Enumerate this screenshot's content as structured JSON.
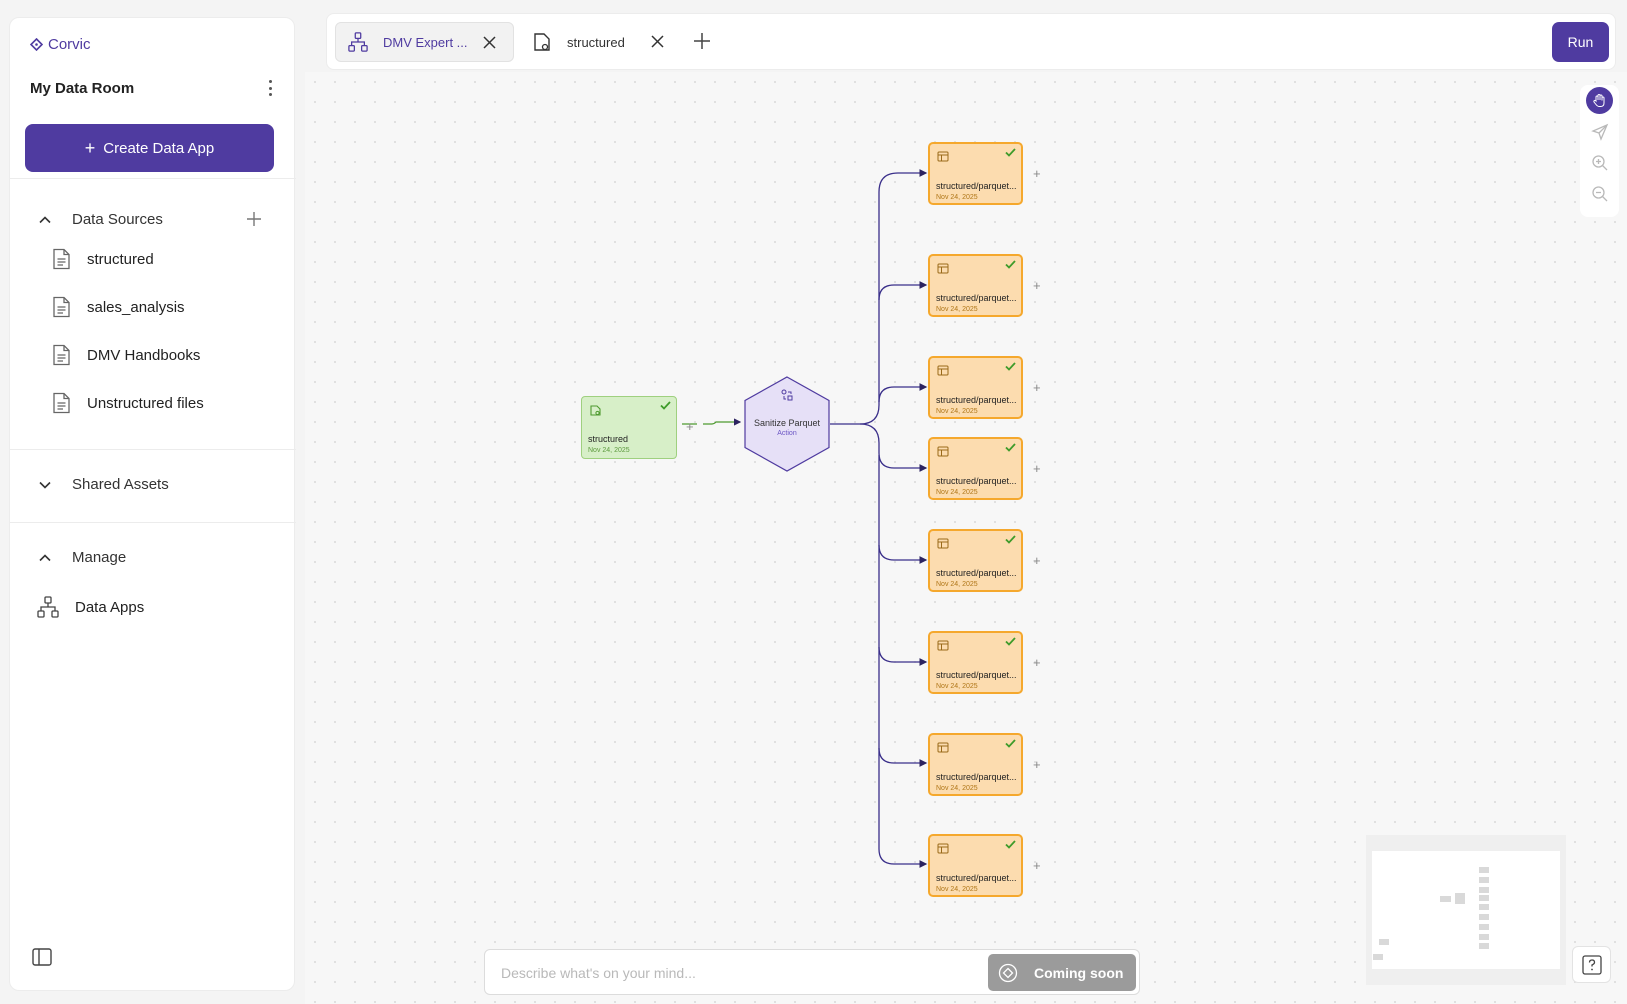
{
  "app": {
    "brand": "Corvic"
  },
  "colors": {
    "accent": "#4f3ba0",
    "source_node": "#d7efc8",
    "output_node": "#fcdcaf",
    "action_node": "#e6e0f7"
  },
  "sidebar": {
    "room_title": "My Data Room",
    "create_label": "Create Data App",
    "data_sources": {
      "label": "Data Sources",
      "items": [
        {
          "label": "structured",
          "icon": "file-icon"
        },
        {
          "label": "sales_analysis",
          "icon": "file-icon"
        },
        {
          "label": "DMV Handbooks",
          "icon": "file-icon"
        },
        {
          "label": "Unstructured files",
          "icon": "file-icon"
        }
      ]
    },
    "shared_assets": {
      "label": "Shared Assets"
    },
    "manage": {
      "label": "Manage",
      "items": [
        {
          "label": "Data Apps",
          "icon": "workflow-icon"
        }
      ]
    }
  },
  "tabs": [
    {
      "label": "DMV Expert ...",
      "icon": "workflow-icon",
      "active": true
    },
    {
      "label": "structured",
      "icon": "dataset-icon",
      "active": false
    }
  ],
  "toolbar": {
    "run_label": "Run"
  },
  "canvas": {
    "source_node": {
      "label": "structured",
      "date": "Nov 24, 2025",
      "status": "done"
    },
    "action_node": {
      "title": "Sanitize Parquet",
      "subtitle": "Action"
    },
    "output_nodes": [
      {
        "label": "structured/parquet...",
        "date": "Nov 24, 2025"
      },
      {
        "label": "structured/parquet...",
        "date": "Nov 24, 2025"
      },
      {
        "label": "structured/parquet...",
        "date": "Nov 24, 2025"
      },
      {
        "label": "structured/parquet...",
        "date": "Nov 24, 2025"
      },
      {
        "label": "structured/parquet...",
        "date": "Nov 24, 2025"
      },
      {
        "label": "structured/parquet...",
        "date": "Nov 24, 2025"
      },
      {
        "label": "structured/parquet...",
        "date": "Nov 24, 2025"
      },
      {
        "label": "structured/parquet...",
        "date": "Nov 24, 2025"
      }
    ]
  },
  "chat": {
    "placeholder": "Describe what's on your mind...",
    "button_label": "Coming soon"
  }
}
